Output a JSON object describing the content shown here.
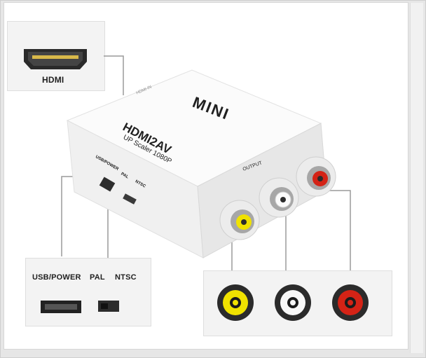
{
  "labels": {
    "hdmi": "HDMI",
    "usb_power": "USB/POWER",
    "pal": "PAL",
    "ntsc": "NTSC"
  },
  "device": {
    "brand": "MINI",
    "model": "HDMI2AV",
    "subtitle": "UP Scaler 1080P",
    "output": "OUTPUT",
    "side_usb_power": "USB/POWER",
    "side_pal": "PAL",
    "side_ntsc": "NTSC",
    "hdmi_in": "HDMI-IN"
  },
  "colors": {
    "rca_yellow": "#f0e200",
    "rca_white": "#f8f8f8",
    "rca_red": "#d42316"
  }
}
